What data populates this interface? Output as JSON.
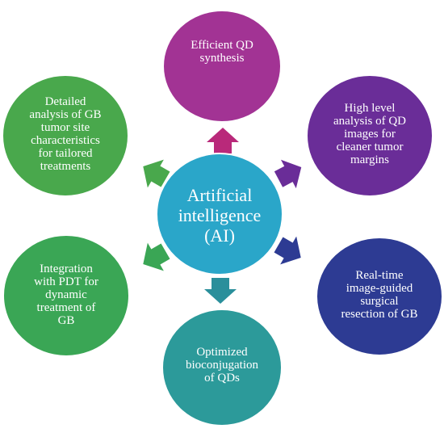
{
  "center": {
    "lines": [
      "Artificial",
      "intelligence",
      "(AI)"
    ],
    "color": "#2aa6c9"
  },
  "nodes": [
    {
      "id": "top",
      "lines": [
        "Efficient QD",
        "synthesis"
      ],
      "color": "#a23394",
      "arrow_color": "#b9297a"
    },
    {
      "id": "upper-right",
      "lines": [
        "High level",
        "analysis of QD",
        "images for",
        "cleaner tumor",
        "margins"
      ],
      "color": "#6a2d98",
      "arrow_color": "#6a2d98"
    },
    {
      "id": "lower-right",
      "lines": [
        "Real-time",
        "image-guided",
        "surgical",
        "resection of GB"
      ],
      "color": "#2d3b93",
      "arrow_color": "#2d3b93"
    },
    {
      "id": "bottom",
      "lines": [
        "Optimized",
        "bioconjugation",
        "of QDs"
      ],
      "color": "#2c9a9a",
      "arrow_color": "#2a8f9b"
    },
    {
      "id": "lower-left",
      "lines": [
        "Integration",
        "with PDT for",
        "dynamic",
        "treatment of",
        "GB"
      ],
      "color": "#3aa655",
      "arrow_color": "#3aa655"
    },
    {
      "id": "upper-left",
      "lines": [
        "Detailed",
        "analysis of GB",
        "tumor site",
        "characteristics",
        "for tailored",
        "treatments"
      ],
      "color": "#49a84c",
      "arrow_color": "#49a84c"
    }
  ]
}
